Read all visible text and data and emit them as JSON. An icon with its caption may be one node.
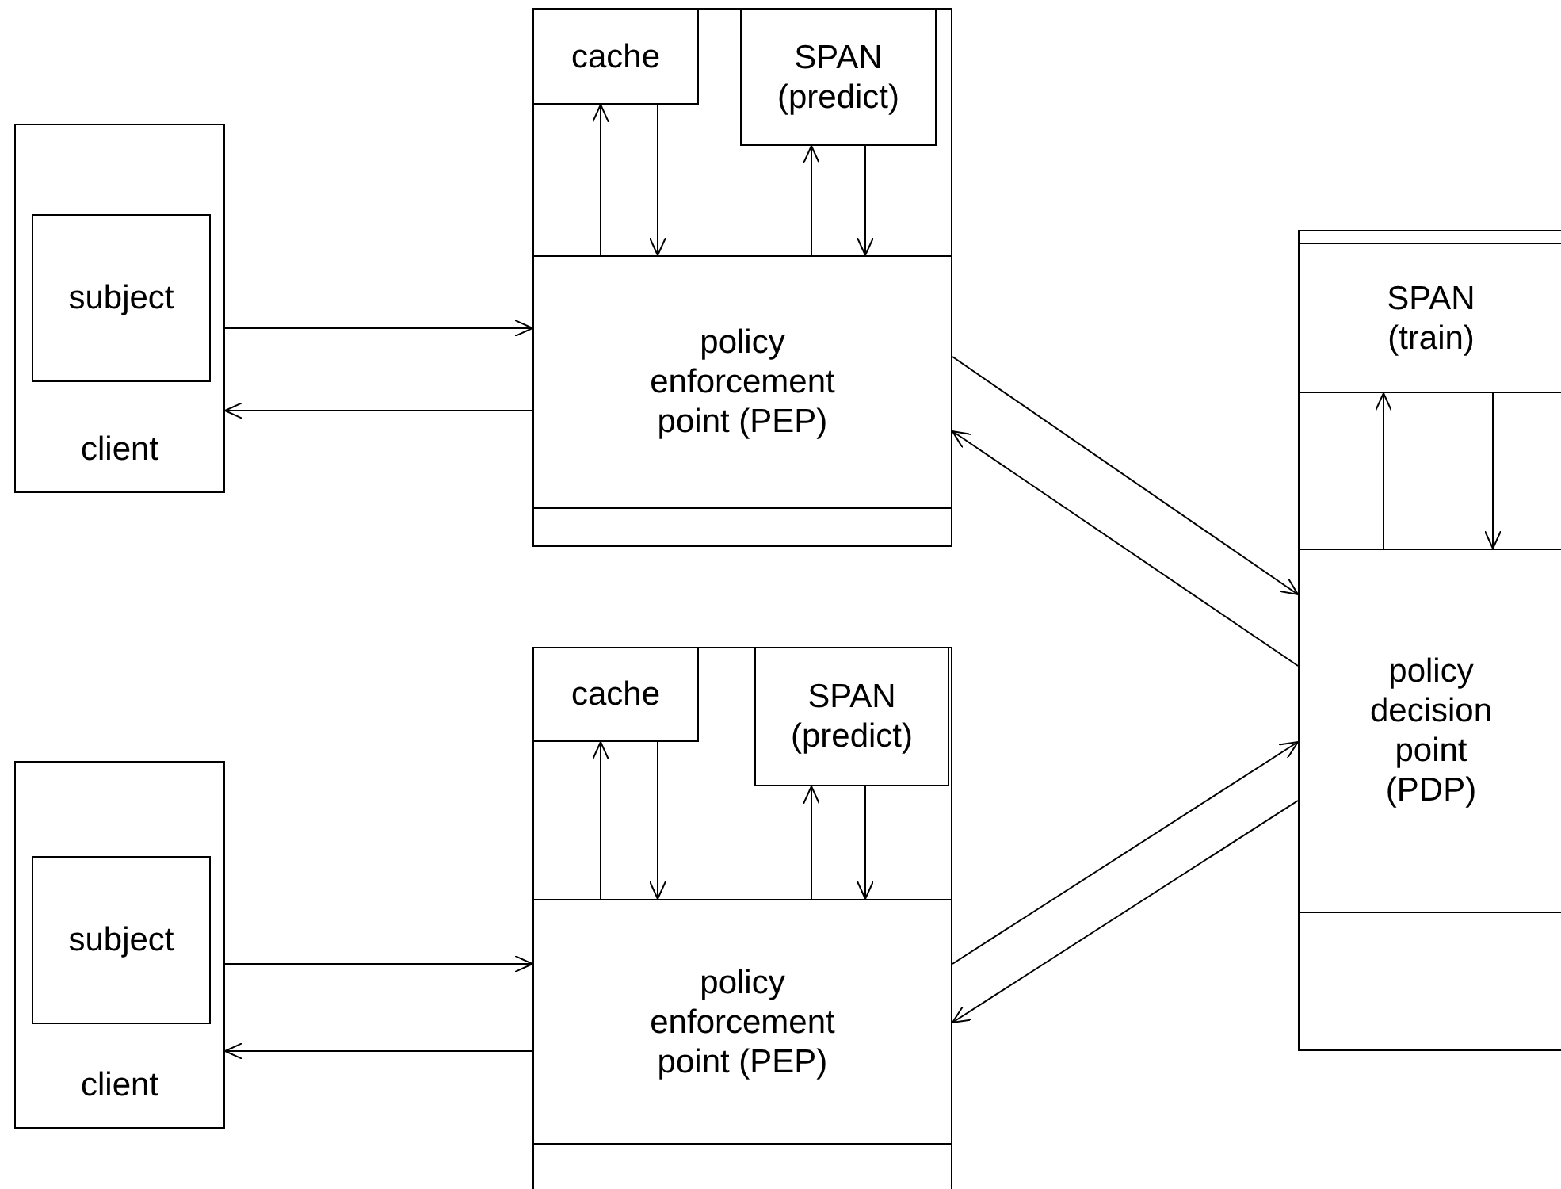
{
  "diagram": {
    "nodes": [
      {
        "text": [
          "client"
        ]
      },
      {
        "text": [
          "subject"
        ],
        "in": 0
      },
      {
        "text": [],
        "shape": "box"
      },
      {
        "text": [
          "cache"
        ],
        "in": 2
      },
      {
        "text": [
          "SPAN (predict)"
        ],
        "in": 2
      },
      {
        "text": [
          "policy enforcement point (PEP)"
        ],
        "in": 2
      },
      {
        "text": [],
        "shape": "box"
      },
      {
        "text": [
          "SPAN (train)"
        ],
        "in": 6
      },
      {
        "text": [
          "policy decision point (PDP)"
        ],
        "in": 6
      },
      {
        "text": [
          "client"
        ]
      },
      {
        "text": [
          "subject"
        ],
        "in": 9
      },
      {
        "text": [],
        "shape": "box"
      },
      {
        "text": [
          "cache"
        ],
        "in": 11
      },
      {
        "text": [
          "SPAN (predict)"
        ],
        "in": 11
      },
      {
        "text": [
          "policy enforcement point (PEP)"
        ],
        "in": 11
      }
    ],
    "edges": [
      {
        "from": 0,
        "to": 5,
        "arrow": "to"
      },
      {
        "from": 5,
        "to": 0,
        "arrow": "to"
      },
      {
        "from": 5,
        "to": 3,
        "arrow": "to"
      },
      {
        "from": 3,
        "to": 5,
        "arrow": "to"
      },
      {
        "from": 5,
        "to": 4,
        "arrow": "to"
      },
      {
        "from": 4,
        "to": 5,
        "arrow": "to"
      },
      {
        "from": 5,
        "to": 8,
        "arrow": "to"
      },
      {
        "from": 8,
        "to": 5,
        "arrow": "to"
      },
      {
        "from": 8,
        "to": 7,
        "arrow": "to"
      },
      {
        "from": 7,
        "to": 8,
        "arrow": "to"
      },
      {
        "from": 14,
        "to": 8,
        "arrow": "to"
      },
      {
        "from": 8,
        "to": 14,
        "arrow": "to"
      },
      {
        "from": 9,
        "to": 14,
        "arrow": "to"
      },
      {
        "from": 14,
        "to": 9,
        "arrow": "to"
      },
      {
        "from": 14,
        "to": 12,
        "arrow": "to"
      },
      {
        "from": 12,
        "to": 14,
        "arrow": "to"
      },
      {
        "from": 14,
        "to": 13,
        "arrow": "to"
      },
      {
        "from": 13,
        "to": 14,
        "arrow": "to"
      }
    ]
  }
}
